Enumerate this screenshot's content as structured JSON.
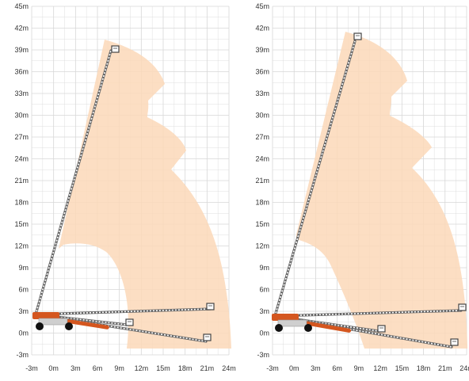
{
  "diagrams": [
    {
      "y_ticks": [
        "45m",
        "42m",
        "39m",
        "36m",
        "33m",
        "30m",
        "27m",
        "24m",
        "21m",
        "18m",
        "15m",
        "12m",
        "9m",
        "6m",
        "3m",
        "0m",
        "-3m"
      ],
      "x_ticks": [
        "-3m",
        "0m",
        "3m",
        "6m",
        "9m",
        "12m",
        "15m",
        "18m",
        "21m",
        "24m"
      ]
    },
    {
      "y_ticks": [
        "45m",
        "42m",
        "39m",
        "36m",
        "33m",
        "30m",
        "27m",
        "24m",
        "21m",
        "18m",
        "15m",
        "12m",
        "9m",
        "6m",
        "3m",
        "0m",
        "-3m"
      ],
      "x_ticks": [
        "-3m",
        "0m",
        "3m",
        "6m",
        "9m",
        "12m",
        "15m",
        "18m",
        "21m",
        "24m"
      ]
    }
  ],
  "colors": {
    "envelope": "#fbd8b8",
    "boom_body": "#d4561f",
    "grid": "#d7d7d7",
    "tower": "#cfcfcf",
    "wheel": "#111111"
  }
}
